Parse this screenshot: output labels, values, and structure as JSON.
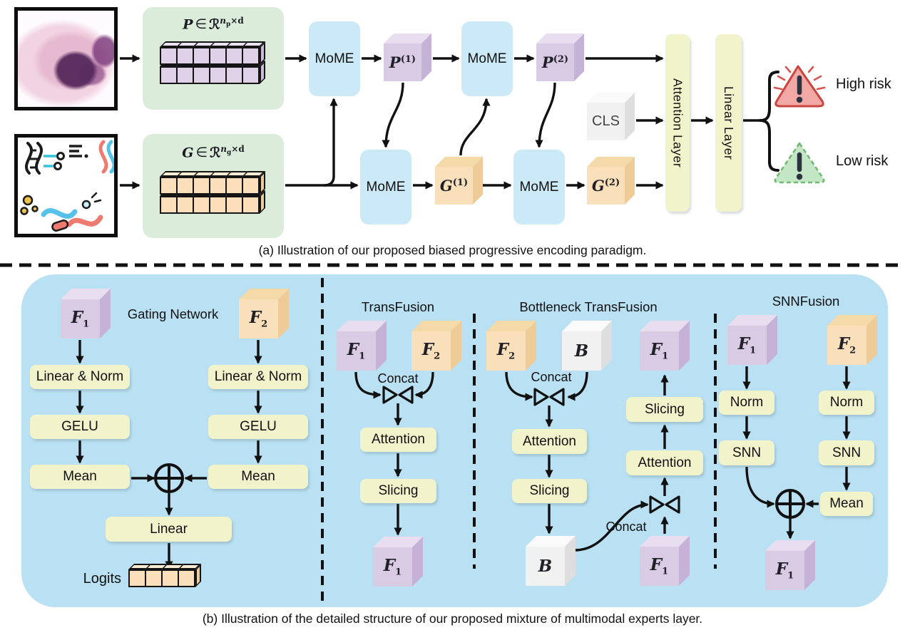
{
  "figure": {
    "caption_a": "(a) Illustration of our proposed biased progressive encoding paradigm.",
    "caption_b": "(b) Illustration of the detailed structure of our proposed mixture of multimodal experts layer."
  },
  "math": {
    "f1": {
      "base": "F",
      "sub": "1"
    },
    "f2": {
      "base": "F",
      "sub": "2"
    },
    "b": {
      "base": "B"
    },
    "p1": {
      "base": "P",
      "sup": "(1)"
    },
    "p2": {
      "base": "P",
      "sup": "(2)"
    },
    "g1": {
      "base": "G",
      "sup": "(1)"
    },
    "g2": {
      "base": "G",
      "sup": "(2)"
    },
    "p_matrix": {
      "base": "P",
      "elem": "∈",
      "set": "ℛ",
      "sup_var": "n",
      "sup_sub": "p",
      "sup_rest": "×d"
    },
    "g_matrix": {
      "base": "G",
      "elem": "∈",
      "set": "ℛ",
      "sup_var": "n",
      "sup_sub": "g",
      "sup_rest": "×d"
    }
  },
  "part_a": {
    "mome": "MoME",
    "cls": "CLS",
    "attention_layer": "Attention Layer",
    "linear_layer": "Linear Layer",
    "high_risk": "High risk",
    "low_risk": "Low risk",
    "p_tokens": "6x2",
    "g_tokens": "6x2"
  },
  "part_b": {
    "gating": {
      "title": "Gating Network",
      "linear_norm": "Linear & Norm",
      "gelu": "GELU",
      "mean": "Mean",
      "linear": "Linear",
      "logits": "Logits",
      "logits_tokens": "4x1"
    },
    "transfusion": {
      "title": "TransFusion",
      "concat": "Concat",
      "attention": "Attention",
      "slicing": "Slicing"
    },
    "bottleneck": {
      "title": "Bottleneck TransFusion",
      "concat": "Concat",
      "attention": "Attention",
      "slicing": "Slicing"
    },
    "snnfusion": {
      "title": "SNNFusion",
      "norm": "Norm",
      "snn": "SNN",
      "mean": "Mean"
    }
  },
  "colors": {
    "panel_blue": "#B9E1F3",
    "mome_blue": "#CBE9F7",
    "yellow_box": "#F1F4CB",
    "green_box": "#DBEDDA",
    "purple_cube": "#DACBE4",
    "orange_cube": "#F9DFBA",
    "gray_cube": "#F1F1F1",
    "high_risk_fill": "#F2A8A4",
    "high_risk_border": "#C9463F",
    "low_risk_fill": "#C3E6C4",
    "low_risk_border": "#71B874",
    "arrow": "#111111"
  }
}
